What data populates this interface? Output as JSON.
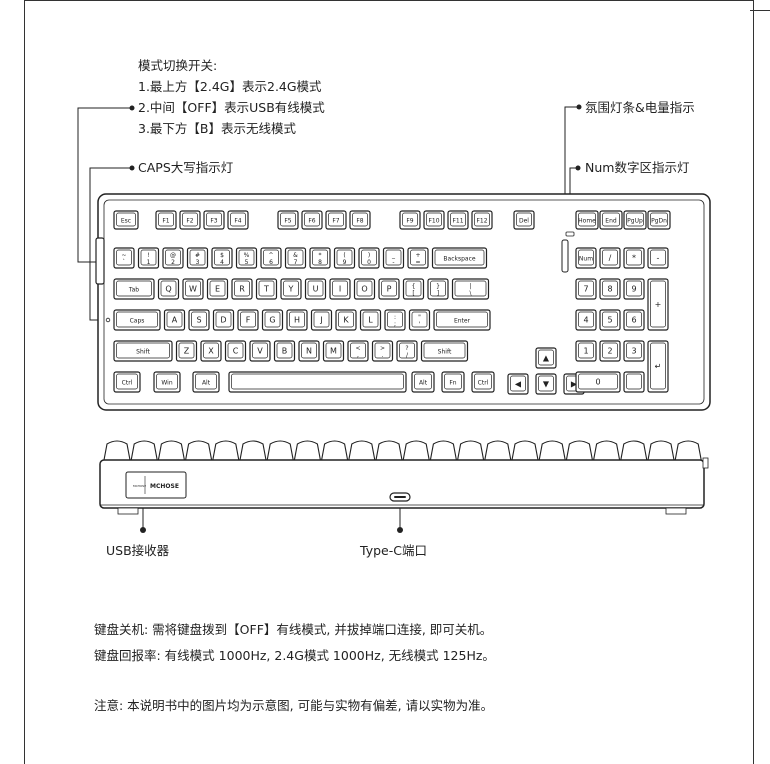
{
  "mode_switch": {
    "title": "模式切换开关:",
    "line1": "1.最上方【2.4G】表示2.4G模式",
    "line2": "2.中间【OFF】表示USB有线模式",
    "line3": "3.最下方【B】表示无线模式"
  },
  "labels": {
    "caps": "CAPS大写指示灯",
    "ambient": "氛围灯条&电量指示",
    "num": "Num数字区指示灯",
    "usb_receiver": "USB接收器",
    "typec": "Type-C端口",
    "brand": "MCHOSE"
  },
  "keyboard": {
    "row_fn": [
      "Esc",
      "F1",
      "F2",
      "F3",
      "F4",
      "F5",
      "F6",
      "F7",
      "F8",
      "F9",
      "F10",
      "F11",
      "F12",
      "Del",
      "Home",
      "End",
      "PgUp",
      "PgDn"
    ],
    "row_num": [
      [
        "~",
        "`"
      ],
      [
        "!",
        "1"
      ],
      [
        "@",
        "2"
      ],
      [
        "#",
        "3"
      ],
      [
        "$",
        "4"
      ],
      [
        "%",
        "5"
      ],
      [
        "^",
        "6"
      ],
      [
        "&",
        "7"
      ],
      [
        "*",
        "8"
      ],
      [
        "(",
        "9"
      ],
      [
        ")",
        "0"
      ],
      [
        "_",
        "-"
      ],
      [
        "+",
        "="
      ]
    ],
    "backspace": "Backspace",
    "row_q": [
      "Tab",
      "Q",
      "W",
      "E",
      "R",
      "T",
      "Y",
      "U",
      "I",
      "O",
      "P"
    ],
    "row_q_sym": [
      [
        "{",
        "["
      ],
      [
        "}",
        "]"
      ],
      [
        "|",
        "\\"
      ]
    ],
    "row_a": [
      "Caps",
      "A",
      "S",
      "D",
      "F",
      "G",
      "H",
      "J",
      "K",
      "L"
    ],
    "row_a_sym": [
      [
        ":",
        ";"
      ],
      [
        "\"",
        "'"
      ]
    ],
    "enter": "Enter",
    "row_z": [
      "Shift",
      "Z",
      "X",
      "C",
      "V",
      "B",
      "N",
      "M"
    ],
    "row_z_sym": [
      [
        "<",
        ","
      ],
      [
        ">",
        "."
      ],
      [
        "?",
        "/"
      ]
    ],
    "shift_r": "Shift",
    "row_b": [
      "Ctrl",
      "Win",
      "Alt",
      "Alt",
      "Fn",
      "Ctrl"
    ],
    "numpad": {
      "r1": [
        "Num",
        "/",
        "*",
        "-"
      ],
      "r2": [
        "7",
        "8",
        "9"
      ],
      "plus": "+",
      "r3": [
        "4",
        "5",
        "6"
      ],
      "r4": [
        "1",
        "2",
        "3"
      ],
      "r5": [
        "0"
      ],
      "enter": "↵"
    },
    "arrows": [
      "▲",
      "◀",
      "▼",
      "▶"
    ]
  },
  "notes": {
    "power_off": "键盘关机: 需将键盘拨到【OFF】有线模式, 并拔掉端口连接, 即可关机。",
    "polling": "键盘回报率: 有线模式 1000Hz, 2.4G模式 1000Hz, 无线模式 125Hz。",
    "disclaimer": "注意: 本说明书中的图片均为示意图, 可能与实物有偏差, 请以实物为准。"
  }
}
